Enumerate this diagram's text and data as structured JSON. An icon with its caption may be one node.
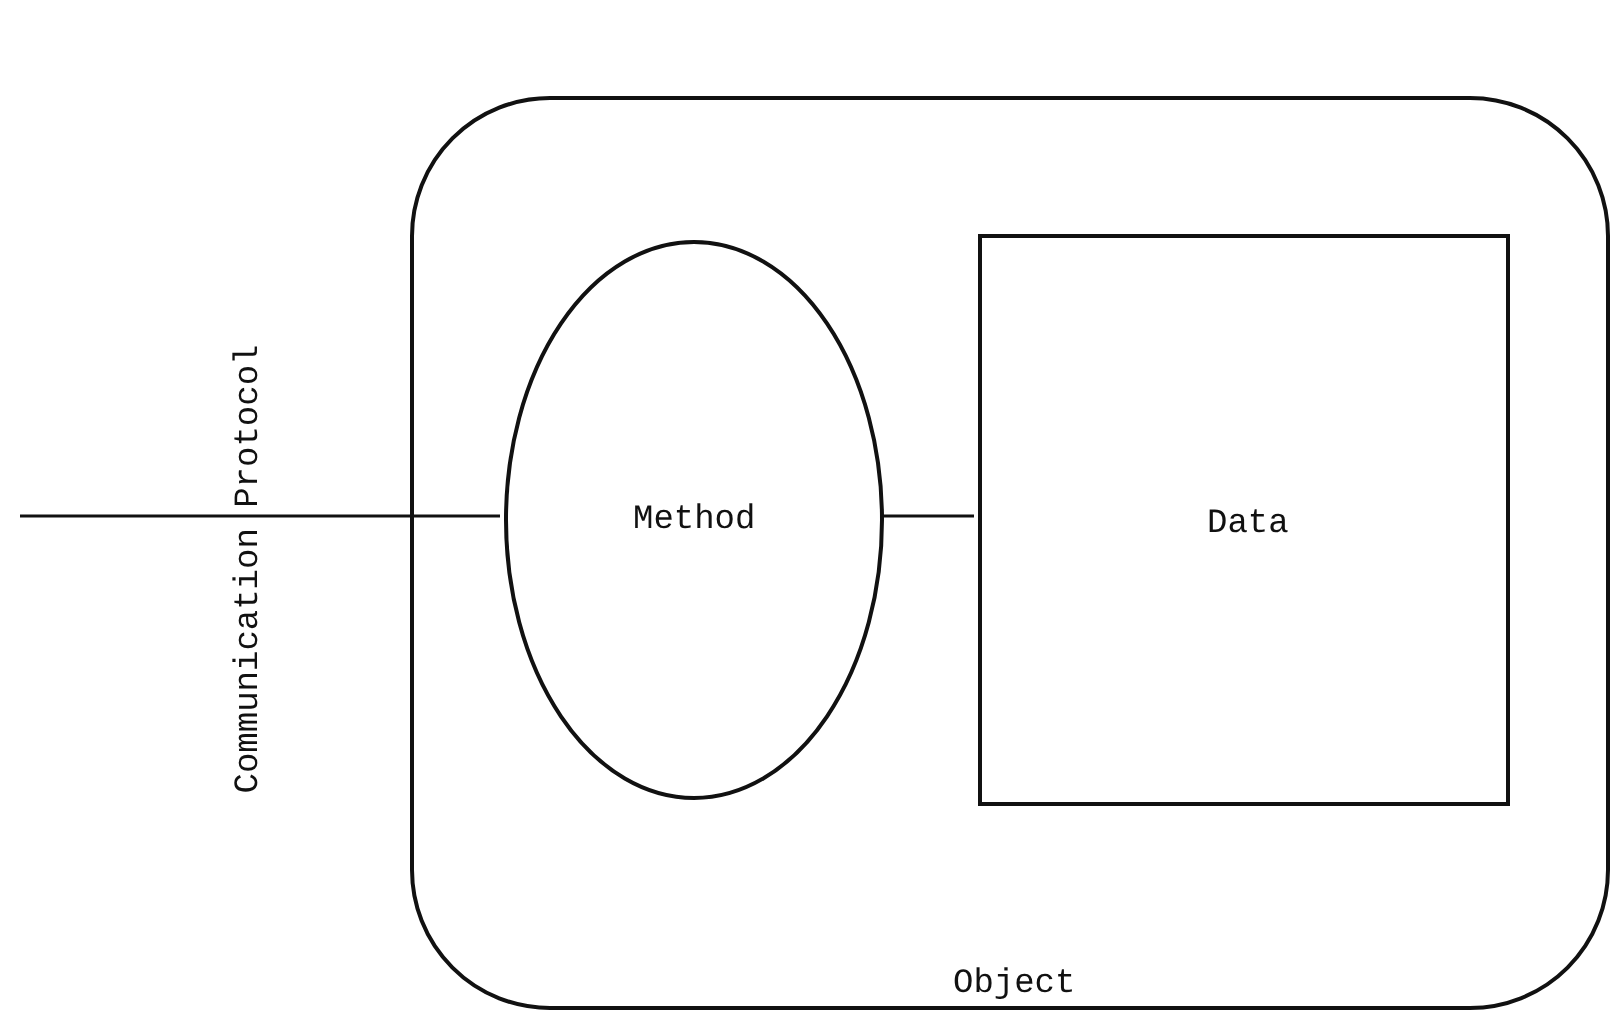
{
  "diagram": {
    "nodes": [
      {
        "text": [
          "Object"
        ]
      },
      {
        "text": [
          "Method"
        ],
        "in": 0
      },
      {
        "text": [
          "Data"
        ],
        "in": 0
      }
    ],
    "edges": [
      {
        "from": null,
        "to": 1,
        "arrow": "none"
      },
      {
        "from": 1,
        "to": 2,
        "arrow": "none"
      }
    ],
    "labels": [
      "Communication Protocol"
    ]
  }
}
